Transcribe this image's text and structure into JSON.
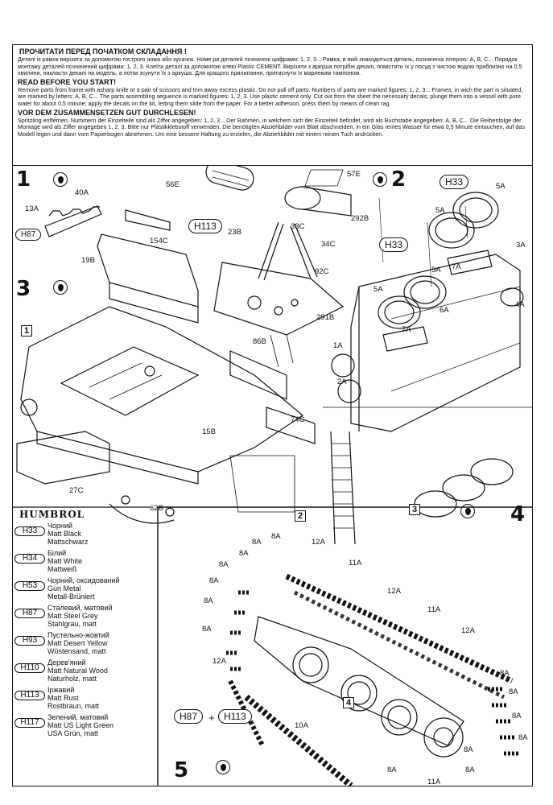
{
  "intro": {
    "ua_heading": "ПРОЧИТАТИ ПЕРЕД ПОЧАТКОМ СКЛАДАННЯ !",
    "ua_text": "Деталі із рамок вирізати за допомогою гострого ножа або кусачок. Номе ри деталей позначені цифрами: 1, 2, 3... Рамка, в якій знаходиться деталь, позначена літерою: А, В, С... Порядок монтажу деталей позначений цифрами: 1, 2, 3. Клеїти деталі за допомогою клею Plastic CEMENT. Вирізати з аркуша потрібні декалі, помістити їх у посуд з чистою водою приблизно на 0,5 хвилини, накласти декалі на модель, а потім зсунути їх з аркуша. Для кращого прилипання, притиснути їх марлевим тампоном.",
    "en_heading": "READ BEFORE YOU START!",
    "en_text": "Remove parts from frame with asharp knife or a pair of scissors and trim away excess plastic. Do not pull off parts. Numbers of parts are marked figures: 1, 2, 3... Frames, in wich the part is situated, are marked by letters: A, B, C... The parts assembling seguence is marked figures: 1, 2, 3. Use plastic cement only. Cut out from the sheet the necessary decals; plunge them into a vessel with pure water for about 0,5 minute; apply the decals on the kit, letting them slide from the paper. For a better adhesion, press them by means of clean rag.",
    "de_heading": "VOR DEM ZUSAMMENSETZEN GUT DURCHLESEN!",
    "de_text": "Spritzling entfernen. Nummern der Einzelteile sind als Ziffer angegeben: 1, 2, 3... Der Rahmen, in welchem sich der Einzelteil befindet, wird als Buchstabe angegeben: A, B, C... Die Reihenfolge der Montage wird als Ziffer angegeben 1, 2, 3. Bitte nur Plastikklebstoff verwenden. Die benötigten Abziehbilder vom Blatt abschneiden, in ein Glas reines Wasser für etwa 0,5 Minute eintauchen, auf das Modell legen und dann vom Papierbogen abnehmen. Um eine bessere Haftung zu erzielen, die Abziehbilder mit einem reinen Tuch andrücken."
  },
  "steps": {
    "s1": "1",
    "s2": "2",
    "s3": "3",
    "s4": "4",
    "s5": "5",
    "box1": "1",
    "box2": "2",
    "box3": "3",
    "box4": "4"
  },
  "codes": {
    "h87": "H87",
    "h113": "H113",
    "h33a": "H33",
    "h33b": "H33",
    "h87b": "H87",
    "h113b": "H113",
    "plus": "+"
  },
  "parts": {
    "p40a": "40A",
    "p13a": "13A",
    "p19b": "19B",
    "p56e": "56E",
    "p154c": "154C",
    "p23b": "23B",
    "p33c": "33C",
    "p34c": "34C",
    "p57e": "57E",
    "p292b": "292B",
    "p92c": "92C",
    "p291b": "291B",
    "p86b": "86B",
    "p74c": "74C",
    "p15b": "15B",
    "p27c": "27C",
    "p62b": "62B",
    "p5a1": "5A",
    "p5a2": "5A",
    "p5a3": "5A",
    "p5a4": "5A",
    "p3a": "3A",
    "p4a": "4A",
    "p7a1": "7A",
    "p7a2": "7A",
    "p6a": "6A",
    "p1a": "1A",
    "p2a": "2A",
    "p8a1": "8A",
    "p8a2": "8A",
    "p8a3": "8A",
    "p8a4": "8A",
    "p8a5": "8A",
    "p8a6": "8A",
    "p8a7": "8A",
    "p8a8": "8A",
    "p8a9": "8A",
    "p8a10": "8A",
    "p8a11": "8A",
    "p8a12": "8A",
    "p8a13": "8A",
    "p8a14": "8A",
    "p12a1": "12A",
    "p12a2": "12A",
    "p12a3": "12A",
    "p12a4": "12A",
    "p11a1": "11A",
    "p11a2": "11A",
    "p11a3": "11A",
    "p10a": "10A"
  },
  "legend": {
    "brand": "HUMBROL",
    "paints": [
      {
        "code": "H33",
        "lines": [
          "Чорний",
          "Matt Black",
          "Mattschwarz"
        ]
      },
      {
        "code": "H34",
        "lines": [
          "Білий",
          "Matt White",
          "Mattweiß"
        ]
      },
      {
        "code": "H53",
        "lines": [
          "Чорний, оксидований",
          "Gun Metal",
          "Metall-Brüniert"
        ]
      },
      {
        "code": "H87",
        "lines": [
          "Сталевий, матовий",
          "Matt Steel Grey",
          "Stahlgrau, matt"
        ]
      },
      {
        "code": "H93",
        "lines": [
          "Пустельно-жовтий",
          "Matt Desert Yellow",
          "Wüstensand, matt"
        ]
      },
      {
        "code": "H110",
        "lines": [
          "Дерев'яний",
          "Matt Natural Wood",
          "Naturholz, matt"
        ]
      },
      {
        "code": "H113",
        "lines": [
          "Іржавий",
          "Matt Rust",
          "Rostbraun, matt"
        ]
      },
      {
        "code": "H117",
        "lines": [
          "Зелений, матовий",
          "Matt US Light Green",
          "USA Grün, matt"
        ]
      }
    ]
  }
}
